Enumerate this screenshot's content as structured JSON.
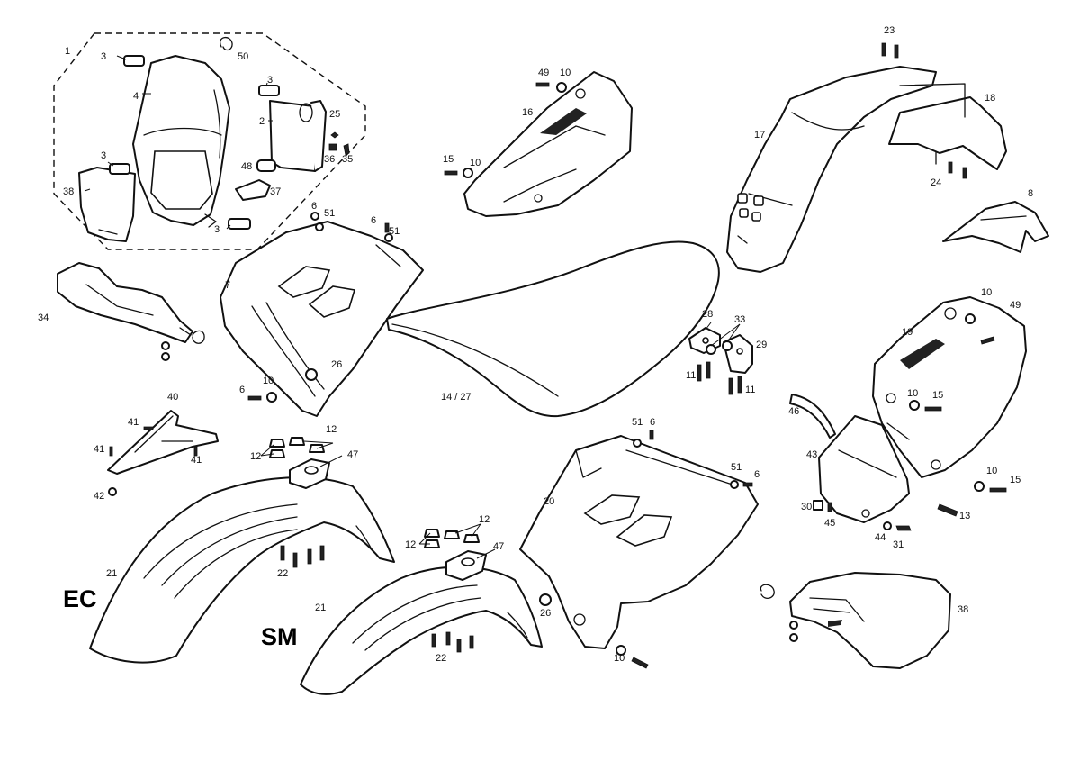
{
  "diagram": {
    "variant_labels": {
      "ec": "EC",
      "sm": "SM"
    },
    "callouts": [
      "1",
      "3",
      "50",
      "4",
      "3",
      "2",
      "25",
      "3",
      "36",
      "35",
      "48",
      "37",
      "38",
      "3",
      "49",
      "10",
      "16",
      "15",
      "10",
      "23",
      "18",
      "17",
      "24",
      "8",
      "6",
      "51",
      "6",
      "51",
      "7",
      "26",
      "6",
      "10",
      "34",
      "40",
      "41",
      "41",
      "41",
      "42",
      "12",
      "12",
      "47",
      "22",
      "21",
      "12",
      "12",
      "47",
      "22",
      "21",
      "14 / 27",
      "28",
      "33",
      "29",
      "11",
      "11",
      "10",
      "49",
      "19",
      "10",
      "15",
      "46",
      "43",
      "10",
      "15",
      "30",
      "45",
      "44",
      "31",
      "13",
      "51",
      "6",
      "51",
      "6",
      "20",
      "26",
      "10",
      "38"
    ]
  }
}
